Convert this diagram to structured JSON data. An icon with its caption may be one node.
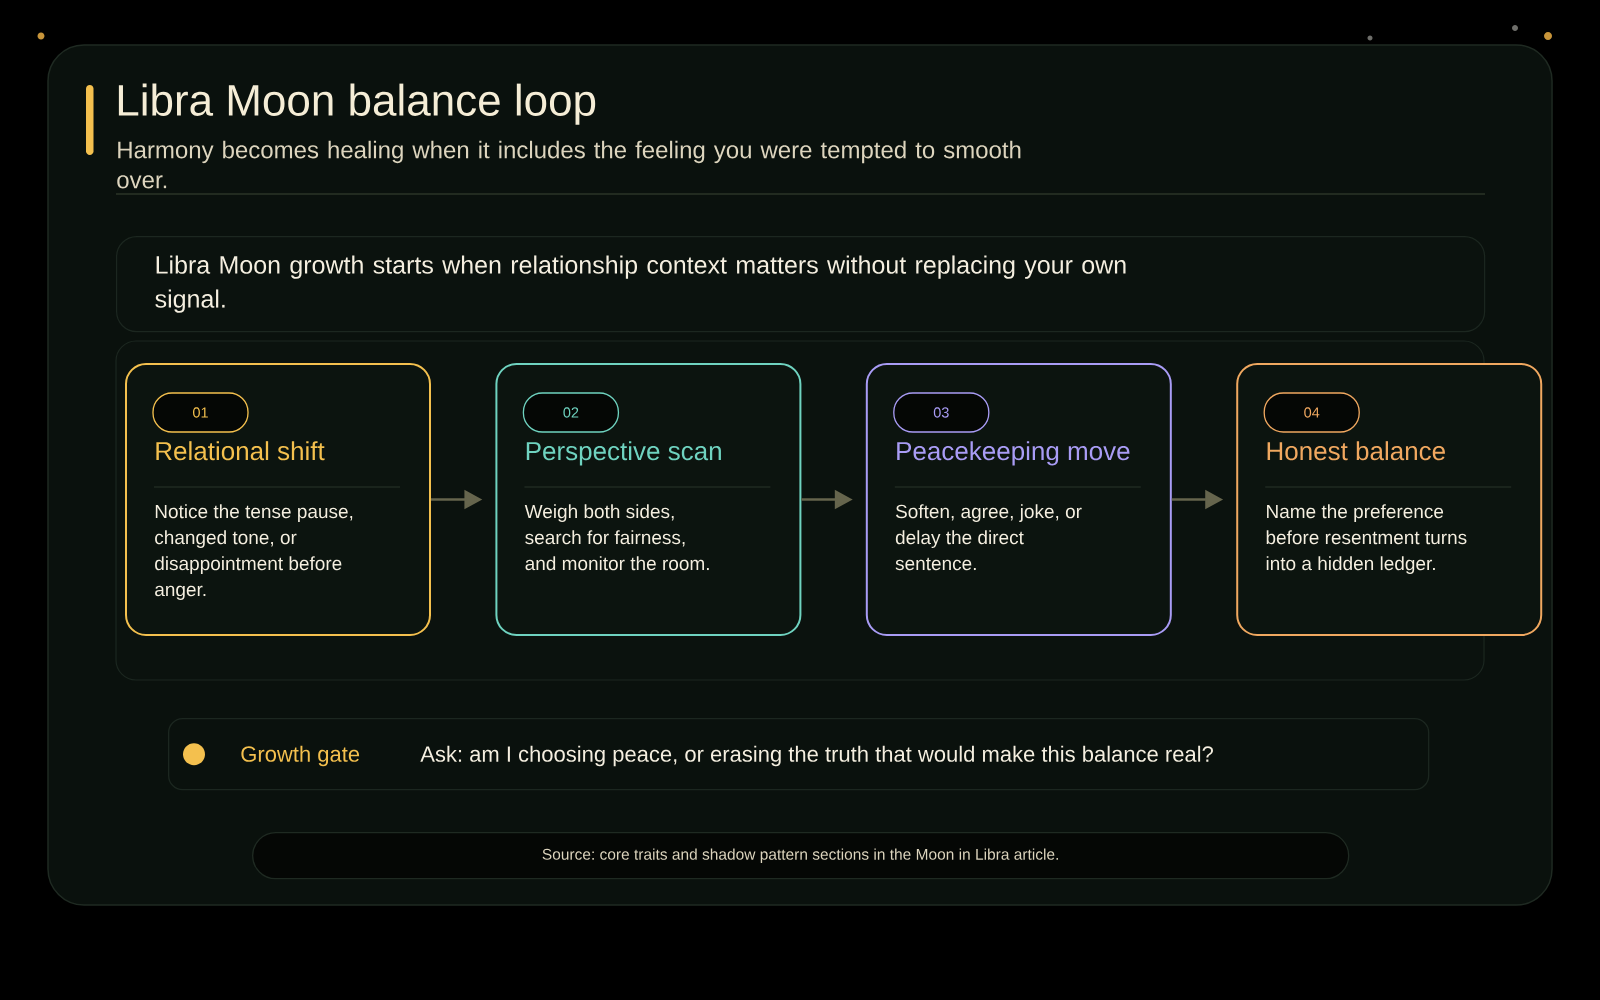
{
  "diagram": {
    "title": "Libra Moon balance loop",
    "nodes": [
      {
        "text": [
          "Libra Moon growth starts when relationship context matters without replacing your own signal."
        ]
      },
      {
        "text": [
          "Relational shift",
          "Notice the tense pause, changed tone, or disappointment before anger."
        ]
      },
      {
        "text": [
          "01"
        ],
        "in": 1
      },
      {
        "text": [
          "Perspective scan",
          "Weigh both sides, search for fairness, and monitor the room."
        ]
      },
      {
        "text": [
          "02"
        ],
        "in": 3
      },
      {
        "text": [
          "Peacekeeping move",
          "Soften, agree, joke, or delay the direct sentence."
        ]
      },
      {
        "text": [
          "03"
        ],
        "in": 5
      },
      {
        "text": [
          "Honest balance",
          "Name the preference before resentment turns into a hidden ledger."
        ]
      },
      {
        "text": [
          "04"
        ],
        "in": 7
      },
      {
        "text": [
          "Growth gate",
          "Ask: am I choosing peace, or erasing the truth that would make this balance real?"
        ]
      },
      {
        "text": [
          "Source: core traits and shadow pattern sections in the Moon in Libra article."
        ]
      }
    ],
    "edges": [
      {
        "from": 1,
        "to": 3,
        "arrow": "to"
      },
      {
        "from": 3,
        "to": 5,
        "arrow": "to"
      },
      {
        "from": 5,
        "to": 7,
        "arrow": "to"
      }
    ],
    "labels": [
      "Harmony becomes healing when it includes the feeling you were tempted to smooth over."
    ]
  }
}
